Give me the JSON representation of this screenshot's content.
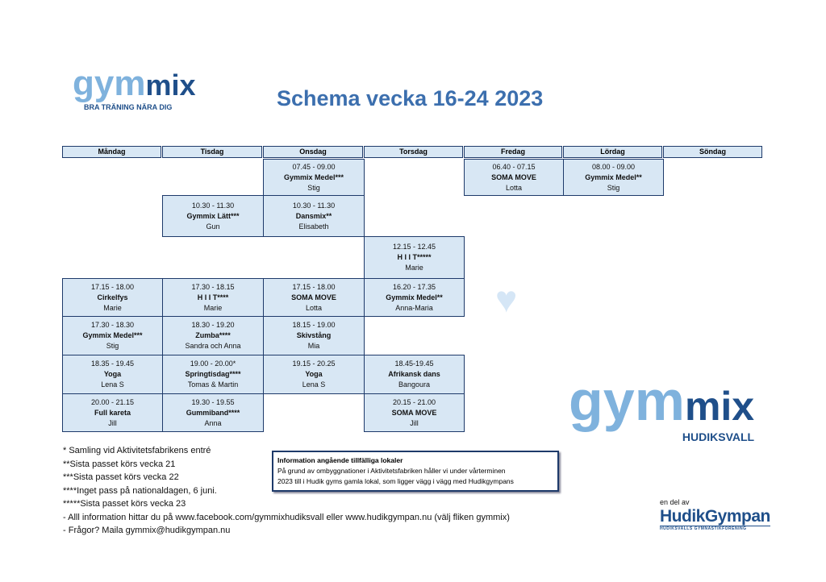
{
  "logo_top": {
    "part1": "gym",
    "part2": "mix",
    "tagline": "BRA TRÄNING NÄRA DIG"
  },
  "title": "Schema vecka 16-24 2023",
  "days": [
    "Måndag",
    "Tisdag",
    "Onsdag",
    "Torsdag",
    "Fredag",
    "Lördag",
    "Söndag"
  ],
  "sessions": [
    {
      "day": 2,
      "slot": 0,
      "time": "07.45 - 09.00",
      "name": "Gymmix Medel***",
      "leader": "Stig"
    },
    {
      "day": 4,
      "slot": 0,
      "time": "06.40 - 07.15",
      "name": "SOMA MOVE",
      "leader": "Lotta"
    },
    {
      "day": 5,
      "slot": 0,
      "time": "08.00 - 09.00",
      "name": "Gymmix Medel**",
      "leader": "Stig"
    },
    {
      "day": 1,
      "slot": 1,
      "time": "10.30 - 11.30",
      "name": "Gymmix Lätt***",
      "leader": "Gun"
    },
    {
      "day": 2,
      "slot": 1,
      "time": "10.30 - 11.30",
      "name": "Dansmix**",
      "leader": "Elisabeth"
    },
    {
      "day": 3,
      "slot": 2,
      "time": "12.15 - 12.45",
      "name": "H I I T*****",
      "leader": "Marie"
    },
    {
      "day": 0,
      "slot": 3,
      "time": "17.15 - 18.00",
      "name": "Cirkelfys",
      "leader": "Marie"
    },
    {
      "day": 1,
      "slot": 3,
      "time": "17.30 - 18.15",
      "name": "H I I T****",
      "leader": "Marie"
    },
    {
      "day": 2,
      "slot": 3,
      "time": "17.15 - 18.00",
      "name": "SOMA MOVE",
      "leader": "Lotta"
    },
    {
      "day": 3,
      "slot": 3,
      "time": "16.20 - 17.35",
      "name": "Gymmix Medel**",
      "leader": "Anna-Maria"
    },
    {
      "day": 0,
      "slot": 4,
      "time": "17.30 - 18.30",
      "name": "Gymmix Medel***",
      "leader": "Stig"
    },
    {
      "day": 1,
      "slot": 4,
      "time": "18.30 - 19.20",
      "name": "Zumba****",
      "leader": "Sandra och Anna"
    },
    {
      "day": 2,
      "slot": 4,
      "time": "18.15 - 19.00",
      "name": "Skivstång",
      "leader": "Mia"
    },
    {
      "day": 0,
      "slot": 5,
      "time": "18.35 - 19.45",
      "name": "Yoga",
      "leader": "Lena S"
    },
    {
      "day": 1,
      "slot": 5,
      "time": "19.00 - 20.00*",
      "name": "Springtisdag****",
      "leader": "Tomas & Martin"
    },
    {
      "day": 2,
      "slot": 5,
      "time": "19.15 - 20.25",
      "name": "Yoga",
      "leader": "Lena S"
    },
    {
      "day": 3,
      "slot": 5,
      "time": "18.45-19.45",
      "name": "Afrikansk dans",
      "leader": "Bangoura"
    },
    {
      "day": 0,
      "slot": 6,
      "time": "20.00 - 21.15",
      "name": "Full kareta",
      "leader": "Jill"
    },
    {
      "day": 1,
      "slot": 6,
      "time": "19.30 - 19.55",
      "name": "Gummiband****",
      "leader": "Anna"
    },
    {
      "day": 3,
      "slot": 6,
      "time": "20.15 - 21.00",
      "name": "SOMA MOVE",
      "leader": "Jill"
    }
  ],
  "notes": [
    "* Samling vid Aktivitetsfabrikens entré",
    "**Sista passet körs vecka 21",
    "***Sista passet körs vecka 22",
    "****Inget pass på nationaldagen, 6 juni.",
    "*****Sista passet körs vecka 23",
    "- Alll information hittar du på www.facebook.com/gymmixhudiksvall eller www.hudikgympan.nu (välj fliken gymmix)",
    "- Frågor? Maila gymmix@hudikgympan.nu"
  ],
  "info": {
    "heading": "Information angående tillfälliga lokaler",
    "line1": "På grund av ombyggnationer i Aktivitetsfabriken håller vi under vårterminen",
    "line2": "2023 till i Hudik gyms gamla lokal, som ligger vägg i vägg med Hudikgympans"
  },
  "logo_big": {
    "part1": "gym",
    "part2": "mix",
    "city": "HUDIKSVALL"
  },
  "hudikgympan": {
    "prefix": "en del av",
    "name": "HudikGympan",
    "sub": "HUDIKSVALLS GYMNASTIKFÖRENING"
  },
  "heart": "♥"
}
